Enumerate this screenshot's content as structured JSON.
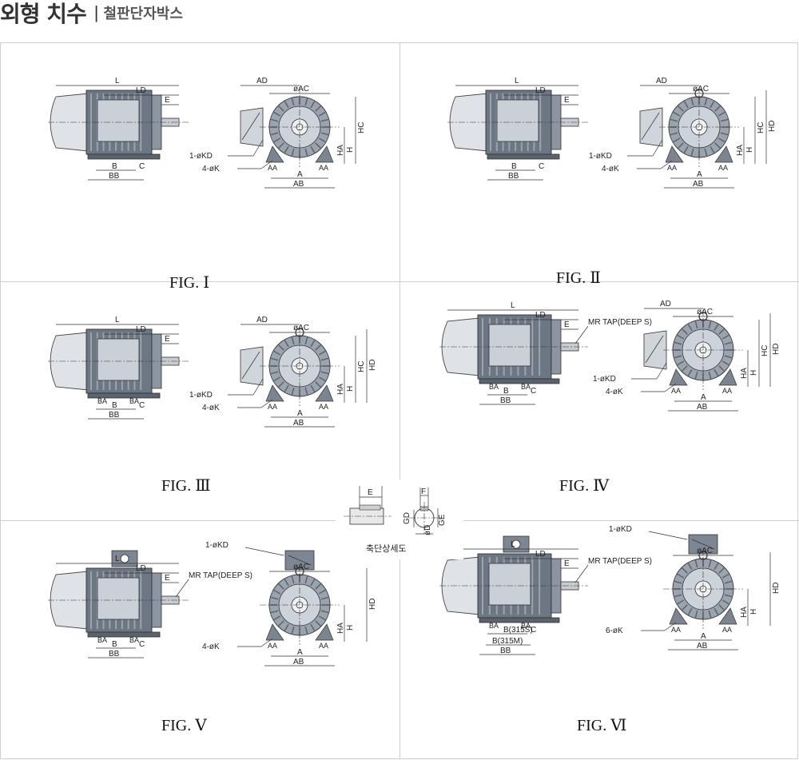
{
  "header": {
    "title": "외형 치수",
    "separator": "|",
    "subtitle": "철판단자박스"
  },
  "figures": [
    {
      "label": "FIG. Ⅰ",
      "dims": [
        "L",
        "LD",
        "E",
        "B",
        "C",
        "BB",
        "AD",
        "øAC",
        "HC",
        "HA",
        "H",
        "1-øKD",
        "4-øK",
        "AA",
        "AA",
        "A",
        "AB"
      ]
    },
    {
      "label": "FIG. Ⅱ",
      "dims": [
        "L",
        "LD",
        "E",
        "B",
        "C",
        "BB",
        "AD",
        "øAC",
        "HC",
        "HD",
        "HA",
        "H",
        "1-øKD",
        "4-øK",
        "AA",
        "AA",
        "A",
        "AB"
      ]
    },
    {
      "label": "FIG. Ⅲ",
      "dims": [
        "L",
        "LD",
        "E",
        "BA",
        "BA",
        "B",
        "C",
        "BB",
        "AD",
        "øAC",
        "HC",
        "HD",
        "HA",
        "H",
        "1-øKD",
        "4-øK",
        "AA",
        "AA",
        "A",
        "AB"
      ]
    },
    {
      "label": "FIG. Ⅳ",
      "dims": [
        "L",
        "LD",
        "E",
        "MR TAP(DEEP S)",
        "BA",
        "BA",
        "B",
        "C",
        "BB",
        "AD",
        "øAC",
        "HC",
        "HD",
        "HA",
        "H",
        "1-øKD",
        "4-øK",
        "AA",
        "AA",
        "A",
        "AB"
      ]
    },
    {
      "label": "FIG. Ⅴ",
      "dims": [
        "L",
        "LD",
        "E",
        "MR TAP(DEEP S)",
        "BA",
        "BA",
        "B",
        "C",
        "BB",
        "1-øKD",
        "øAC",
        "HD",
        "HA",
        "H",
        "4-øK",
        "AA",
        "AA",
        "A",
        "AB"
      ]
    },
    {
      "label": "FIG. Ⅵ",
      "dims": [
        "L",
        "LD",
        "E",
        "MR TAP(DEEP S)",
        "BA",
        "BA",
        "B(315S)",
        "B(315M)",
        "C",
        "BB",
        "1-øKD",
        "øAC",
        "HD",
        "HA",
        "H",
        "6-øK",
        "AA",
        "AA",
        "A",
        "AB"
      ]
    }
  ],
  "shaft_detail": {
    "caption": "축단상세도",
    "dims": [
      "E",
      "F",
      "GD",
      "øD",
      "GE"
    ]
  }
}
